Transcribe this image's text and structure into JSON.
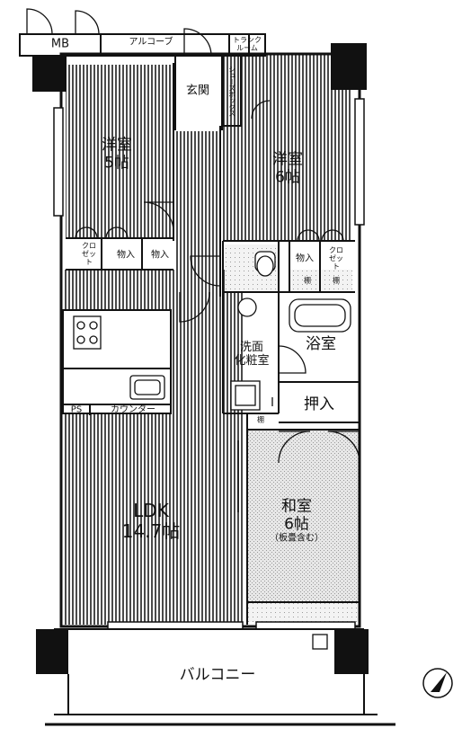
{
  "rooms": {
    "western_a": {
      "name": "洋室",
      "size": "5帖"
    },
    "western_b": {
      "name": "洋室",
      "size": "6帖"
    },
    "ldk": {
      "name": "LDK",
      "size": "14.7帖"
    },
    "japanese": {
      "name": "和室",
      "size": "6帖",
      "note": "（板畳含む）"
    },
    "bath": {
      "name": "浴室"
    },
    "washroom": {
      "name": "洗面\n化粧室"
    }
  },
  "labels": {
    "mb": "MB",
    "alcove": "アルコーブ",
    "trunk_room": "トランクルーム",
    "entrance": "玄関",
    "shoes_box": "シューズボックス",
    "closet": "クロゼット",
    "storage": "物入",
    "oshiire": "押入",
    "shelf": "棚",
    "ps": "PS",
    "counter": "カウンター",
    "balcony": "バルコニー"
  },
  "icons": {
    "north": "north-arrow-icon"
  },
  "colors": {
    "line": "#111111",
    "floor_stripe": "#4a4a4a",
    "tatami": "#c9c9c9",
    "background": "#ffffff"
  }
}
